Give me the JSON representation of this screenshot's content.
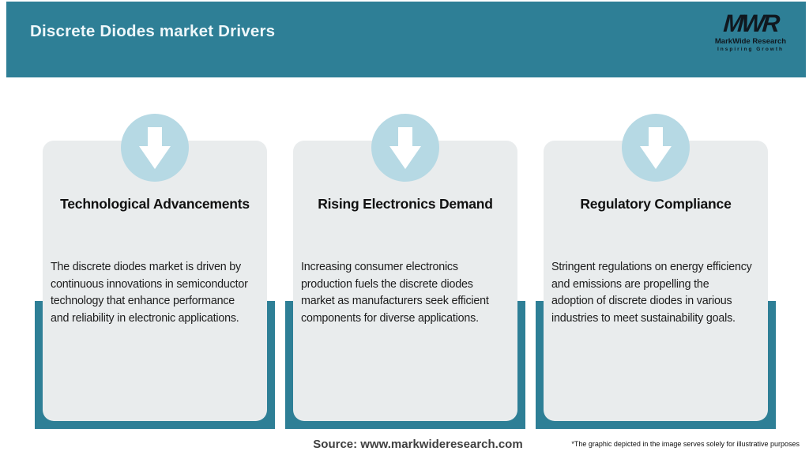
{
  "header": {
    "title": "Discrete Diodes market Drivers"
  },
  "logo": {
    "monogram": "MWR",
    "name": "MarkWide Research",
    "tagline": "Inspiring Growth"
  },
  "cards": [
    {
      "title": "Technological Advancements",
      "body": "The discrete diodes market is driven by\ncontinuous innovations in semiconductor\ntechnology that enhance performance\nand reliability in electronic applications."
    },
    {
      "title": "Rising Electronics Demand",
      "body": "Increasing consumer electronics\nproduction fuels the discrete diodes\nmarket as manufacturers seek efficient\ncomponents for diverse applications."
    },
    {
      "title": "Regulatory Compliance",
      "body": "Stringent regulations on energy efficiency\nand emissions are propelling the\nadoption of discrete diodes in various\nindustries to meet sustainability goals."
    }
  ],
  "footer": {
    "source": "Source: www.markwideresearch.com",
    "disclaimer": "*The graphic depicted in the image serves solely for illustrative purposes"
  },
  "icons": {
    "card_icon": "down-arrow-icon"
  },
  "colors": {
    "teal": "#2e7f96",
    "circle_blue": "#b6d9e4",
    "card_bg": "#e9eced",
    "logo_dark": "#10181f",
    "header_text": "#eef7fa"
  }
}
